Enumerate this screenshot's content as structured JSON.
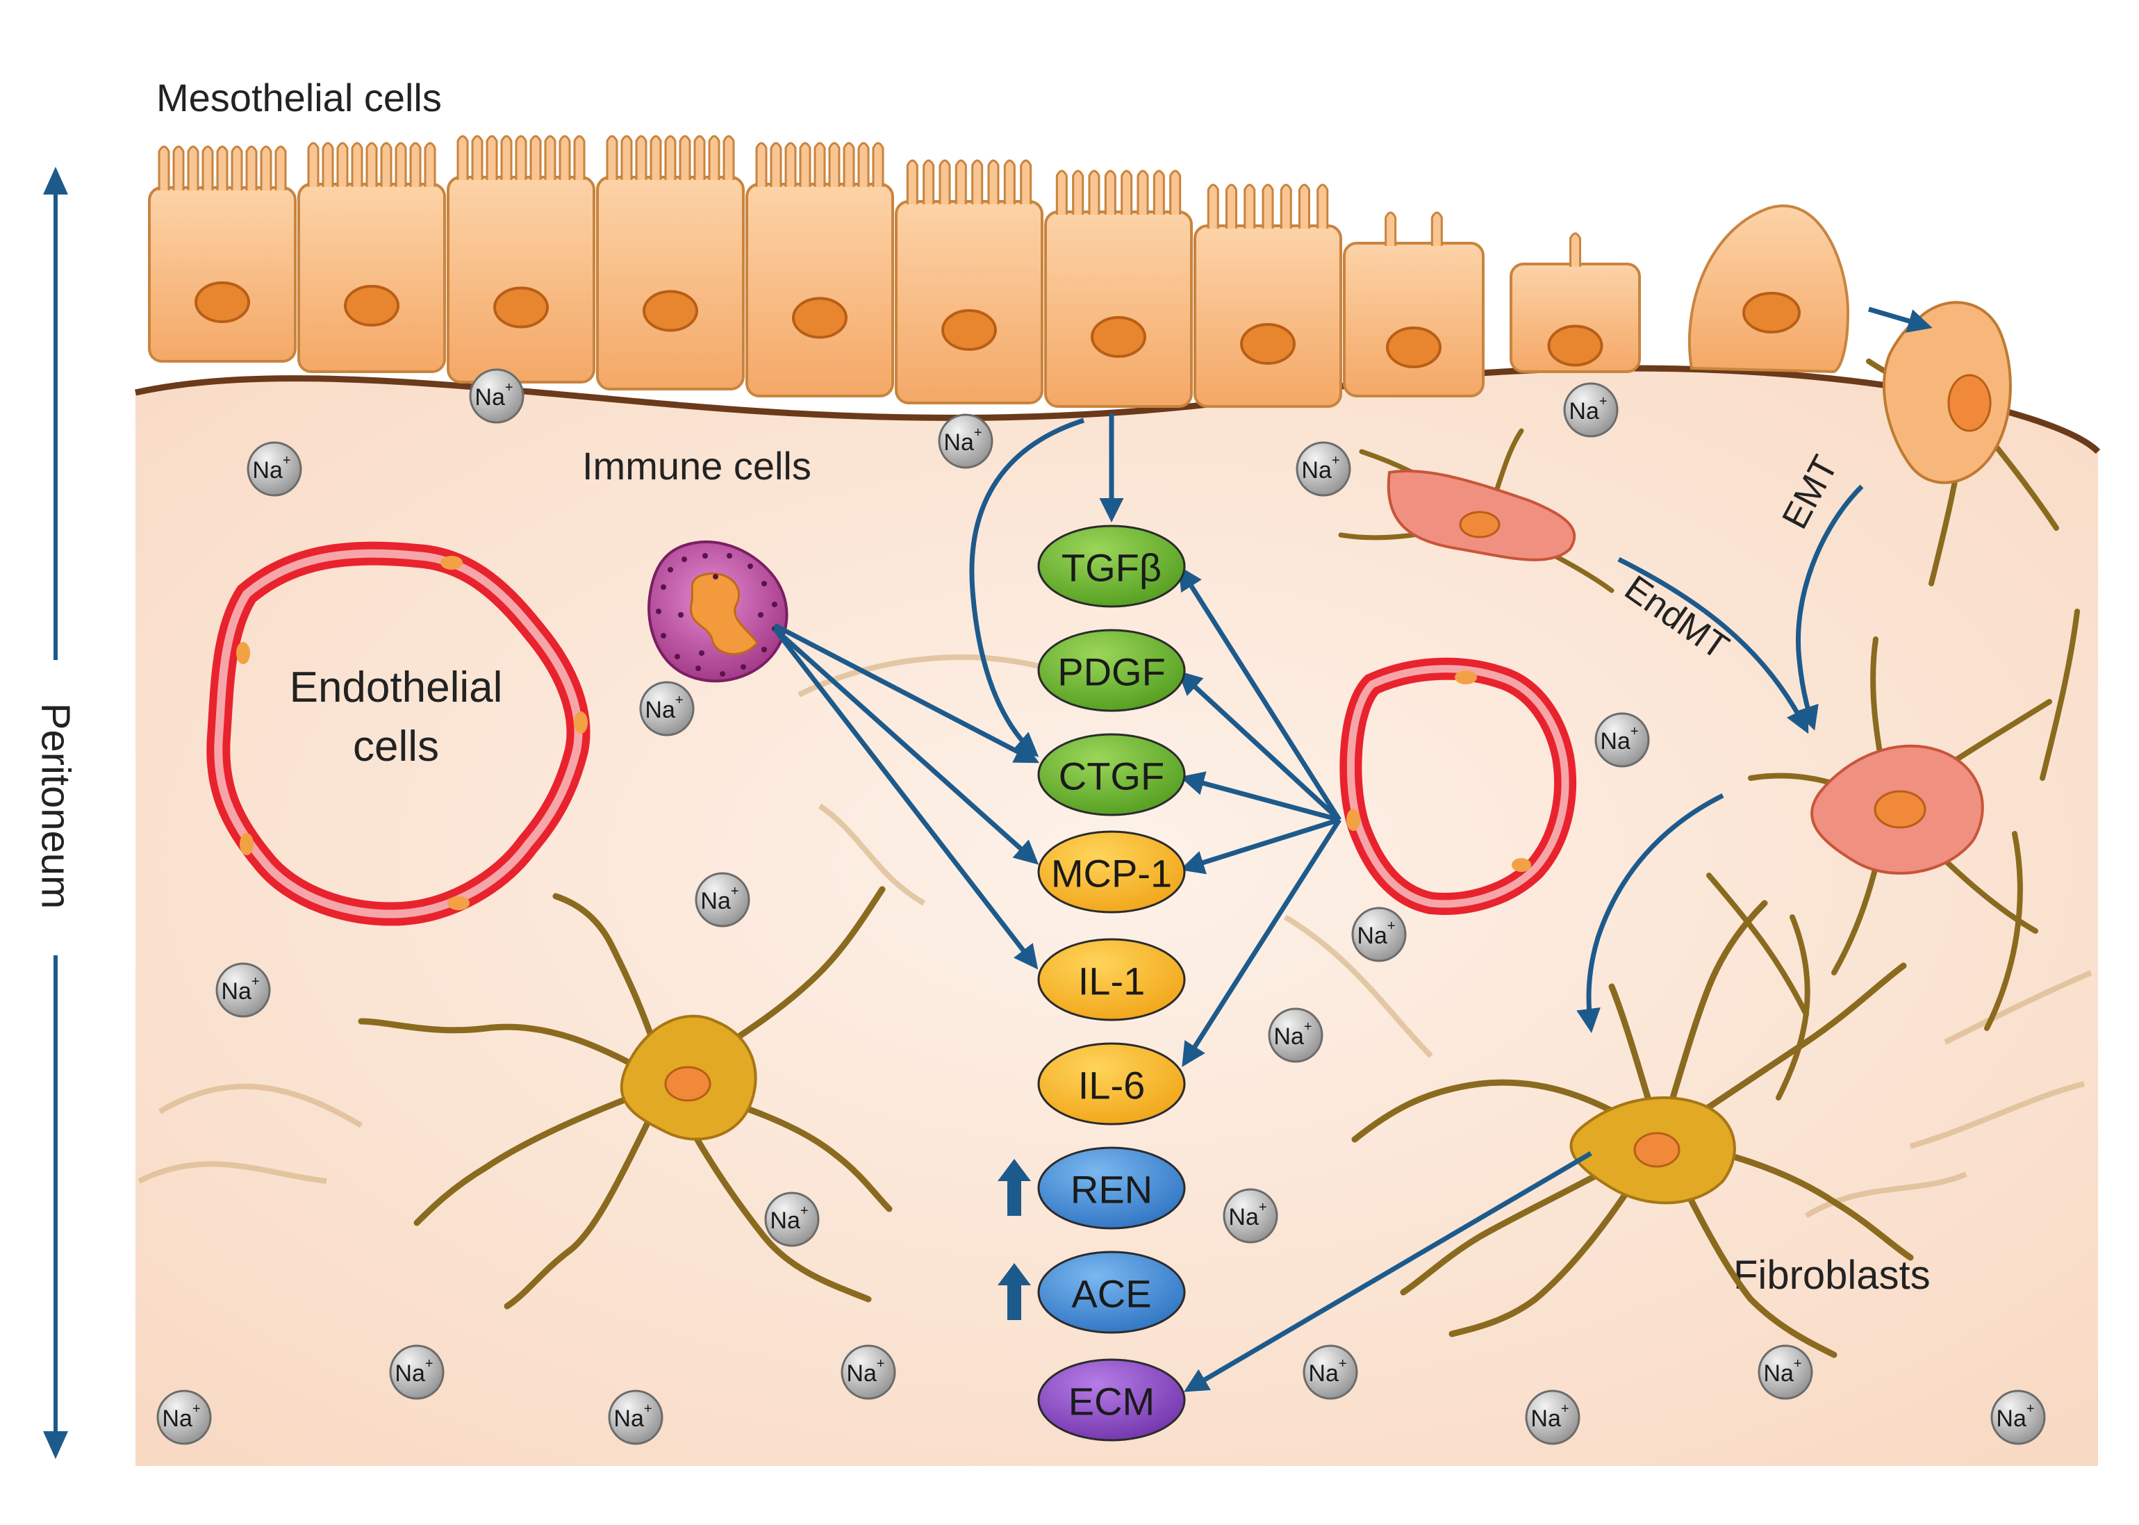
{
  "labels": {
    "mesothelial": "Mesothelial cells",
    "immune": "Immune cells",
    "endothelial_line1": "Endothelial",
    "endothelial_line2": "cells",
    "peritoneum": "Peritoneum",
    "emt": "EMT",
    "endmt": "EndMT",
    "fibroblasts": "Fibroblasts"
  },
  "molecules": [
    {
      "id": "tgfb",
      "label": "TGFβ",
      "color": "#6ab82e",
      "up_arrow": false
    },
    {
      "id": "pdgf",
      "label": "PDGF",
      "color": "#6ab82e",
      "up_arrow": false
    },
    {
      "id": "ctgf",
      "label": "CTGF",
      "color": "#6ab82e",
      "up_arrow": false
    },
    {
      "id": "mcp1",
      "label": "MCP-1",
      "color": "#f2a81d",
      "up_arrow": false
    },
    {
      "id": "il1",
      "label": "IL-1",
      "color": "#f5b81e",
      "up_arrow": false
    },
    {
      "id": "il6",
      "label": "IL-6",
      "color": "#f5b81e",
      "up_arrow": false
    },
    {
      "id": "ren",
      "label": "REN",
      "color": "#3f8fd8",
      "up_arrow": true
    },
    {
      "id": "ace",
      "label": "ACE",
      "color": "#3f8fd8",
      "up_arrow": true
    },
    {
      "id": "ecm",
      "label": "ECM",
      "color": "#8a4fc0",
      "up_arrow": false
    }
  ],
  "sodium": {
    "base": "Na",
    "sup": "+"
  },
  "colors": {
    "arrow": "#1d5a8c",
    "mesothelial_fill": "#f7b77a",
    "mesothelial_nucleus": "#e8862f",
    "tissue": "#fbe3d2",
    "endothelial": "#e8232e",
    "fibroblast": "#d9a020",
    "fiber": "#8a6a1e",
    "immune": "#b8468f",
    "sodium": "#9a9a9a"
  }
}
